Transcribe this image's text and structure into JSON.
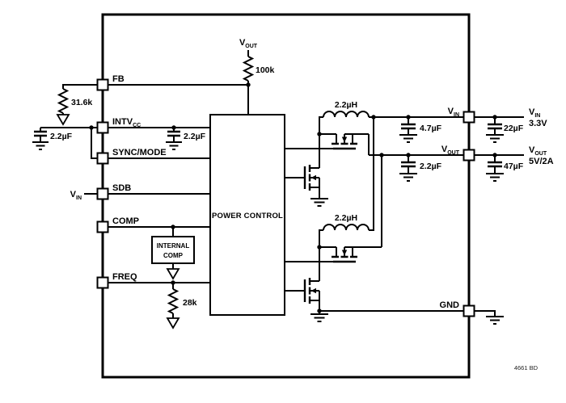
{
  "figure": {
    "ref": "4661 BD"
  },
  "ic": {
    "power_control": "POWER CONTROL",
    "internal_comp": {
      "line1": "INTERNAL",
      "line2": "COMP"
    }
  },
  "pins": {
    "fb": "FB",
    "intvcc": {
      "base": "INTV",
      "sub": "CC"
    },
    "sync_mode": "SYNC/MODE",
    "sdb": "SDB",
    "comp": "COMP",
    "freq": "FREQ",
    "vin": {
      "base": "V",
      "sub": "IN"
    },
    "vout": {
      "base": "V",
      "sub": "OUT"
    },
    "gnd": "GND"
  },
  "components": {
    "r_fb_top": "100k",
    "r_fb_bot": "31.6k",
    "r_freq": "28k",
    "c_intvcc_ext": "2.2µF",
    "c_intvcc_int": "2.2µF",
    "l1": "2.2µH",
    "l2": "2.2µH",
    "c_vin_int": "4.7µF",
    "c_vout_int": "2.2µF",
    "c_vin_ext": "22µF",
    "c_vout_ext": "47µF"
  },
  "nets": {
    "vout_top": {
      "base": "V",
      "sub": "OUT"
    },
    "sdb_tie": {
      "base": "V",
      "sub": "IN"
    },
    "vin_supply": {
      "base": "V",
      "sub": "IN",
      "rating": "3.3V"
    },
    "vout_supply": {
      "base": "V",
      "sub": "OUT",
      "rating": "5V/2A"
    }
  }
}
